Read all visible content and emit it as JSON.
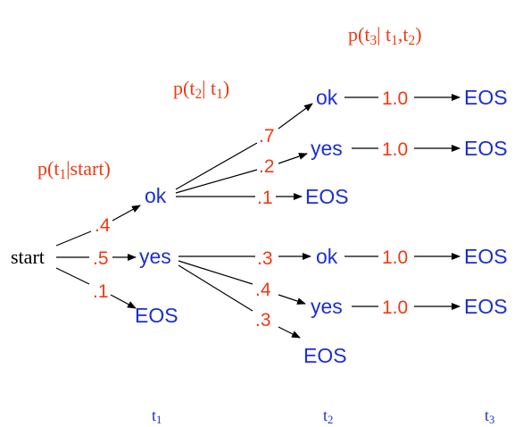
{
  "nodes": {
    "start": "start",
    "l1_ok": "ok",
    "l1_yes": "yes",
    "l1_eos": "EOS",
    "l2a_ok": "ok",
    "l2a_yes": "yes",
    "l2a_eos": "EOS",
    "l2b_ok": "ok",
    "l2b_yes": "yes",
    "l2b_eos": "EOS",
    "l3_1": "EOS",
    "l3_2": "EOS",
    "l3_3": "EOS",
    "l3_4": "EOS"
  },
  "probs": {
    "start_ok": ".4",
    "start_yes": ".5",
    "start_eos": ".1",
    "ok_ok": ".7",
    "ok_yes": ".2",
    "ok_eos": ".1",
    "yes_ok": ".3",
    "yes_yes": ".4",
    "yes_eos": ".3",
    "t3_1": "1.0",
    "t3_2": "1.0",
    "t3_3": "1.0",
    "t3_4": "1.0"
  },
  "headers": {
    "p1": {
      "p": "p(t",
      "sub1": "1",
      "rest": "|start)"
    },
    "p2": {
      "p": "p(t",
      "sub1": "2",
      "mid": "| t",
      "sub2": "1",
      "close": ")"
    },
    "p3": {
      "p": "p(t",
      "sub1": "3",
      "mid": "| t",
      "sub2": "1",
      "comma": ",t",
      "sub3": "2",
      "close": ")"
    }
  },
  "axis": {
    "t1": {
      "t": "t",
      "sub": "1"
    },
    "t2": {
      "t": "t",
      "sub": "2"
    },
    "t3": {
      "t": "t",
      "sub": "3"
    }
  },
  "colors": {
    "node": "#1c2fd0",
    "prob": "#ee3a12",
    "line": "#000000"
  }
}
